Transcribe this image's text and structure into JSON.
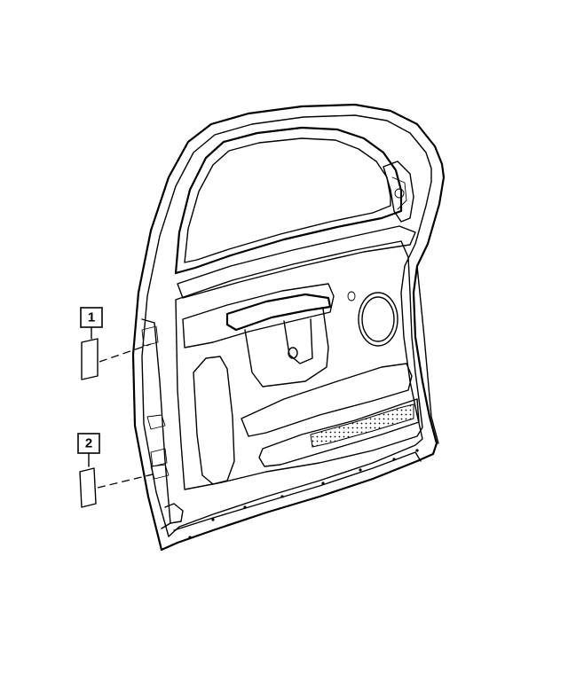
{
  "callouts": [
    {
      "number": "1"
    },
    {
      "number": "2"
    }
  ],
  "parts": [
    {
      "name": "door-shell"
    },
    {
      "name": "door-trim-panel"
    },
    {
      "name": "label-1"
    },
    {
      "name": "label-2"
    }
  ]
}
